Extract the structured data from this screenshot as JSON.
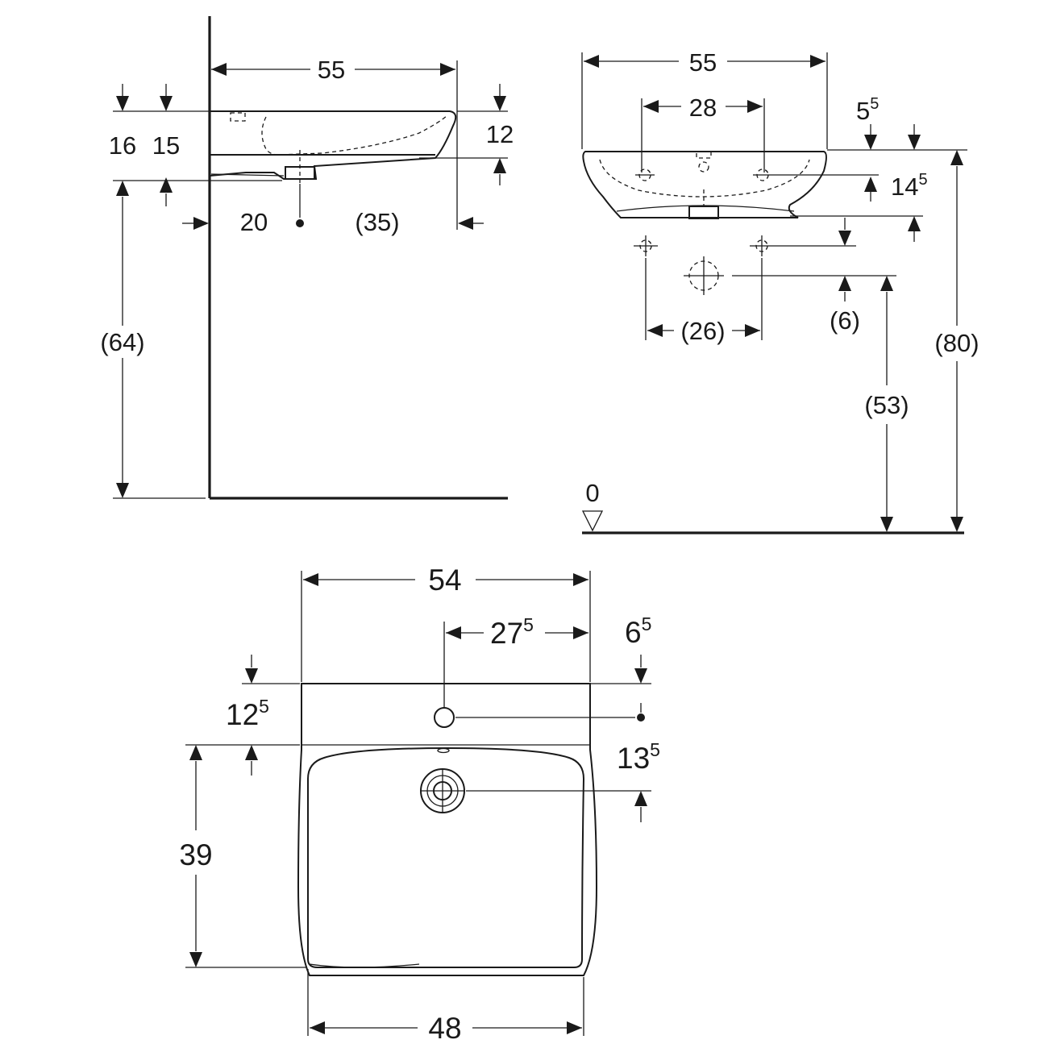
{
  "side_view": {
    "width": "55",
    "overall_height": "16",
    "bowl_height": "15",
    "rim_depth": "12",
    "wall_offset": "20",
    "drain_to_front": "(35)",
    "floor_to_underside": "(64)"
  },
  "front_view": {
    "width": "55",
    "tap_hole_spacing": "28",
    "rim_thickness_main": "5",
    "rim_thickness_sup": "5",
    "body_height_main": "14",
    "body_height_sup": "5",
    "supply_spacing": "(26)",
    "supply_offset": "(6)",
    "waste_height": "(53)",
    "rim_height": "(80)",
    "floor_level": "0"
  },
  "top_view": {
    "outer_width": "54",
    "tap_to_edge_main": "27",
    "tap_to_edge_sup": "5",
    "back_depth_main": "6",
    "back_depth_sup": "5",
    "tap_to_bowl_main": "12",
    "tap_to_bowl_sup": "5",
    "tap_to_drain_main": "13",
    "tap_to_drain_sup": "5",
    "bowl_depth": "39",
    "bowl_width": "48"
  }
}
